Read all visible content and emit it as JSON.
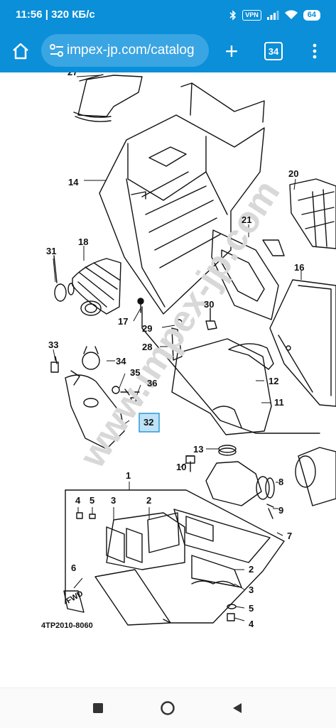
{
  "status": {
    "time": "11:56 | 320 КБ/с",
    "vpn": "VPN",
    "battery": "64"
  },
  "browser": {
    "url": "impex-jp.com/catalog",
    "tab_count": "34",
    "new_tab_glyph": "+",
    "icons": {
      "home": "home-icon",
      "site_info": "site-settings-icon",
      "menu": "more-vertical-icon"
    }
  },
  "diagram": {
    "code": "4TP2010-8060",
    "watermark": "www.impex-jp.com",
    "fwd": "FWD",
    "labels": {
      "l27": "27",
      "l14": "14",
      "l20": "20",
      "l21": "21",
      "l16": "16",
      "l31": "31",
      "l18": "18",
      "l17": "17",
      "l30": "30",
      "l29": "29",
      "l28": "28",
      "l12": "12",
      "l33": "33",
      "l34": "34",
      "l35": "35",
      "l36": "36",
      "l11": "11",
      "l32": "32",
      "l13": "13",
      "l10": "10",
      "l8": "8",
      "l9": "9",
      "l7": "7",
      "l1": "1",
      "l4a": "4",
      "l5a": "5",
      "l3a": "3",
      "l2a": "2",
      "l6": "6",
      "l2b": "2",
      "l3b": "3",
      "l5b": "5",
      "l4b": "4"
    }
  },
  "navbar": {
    "icons": [
      "recent-apps-icon",
      "home-circle-icon",
      "back-icon"
    ]
  }
}
